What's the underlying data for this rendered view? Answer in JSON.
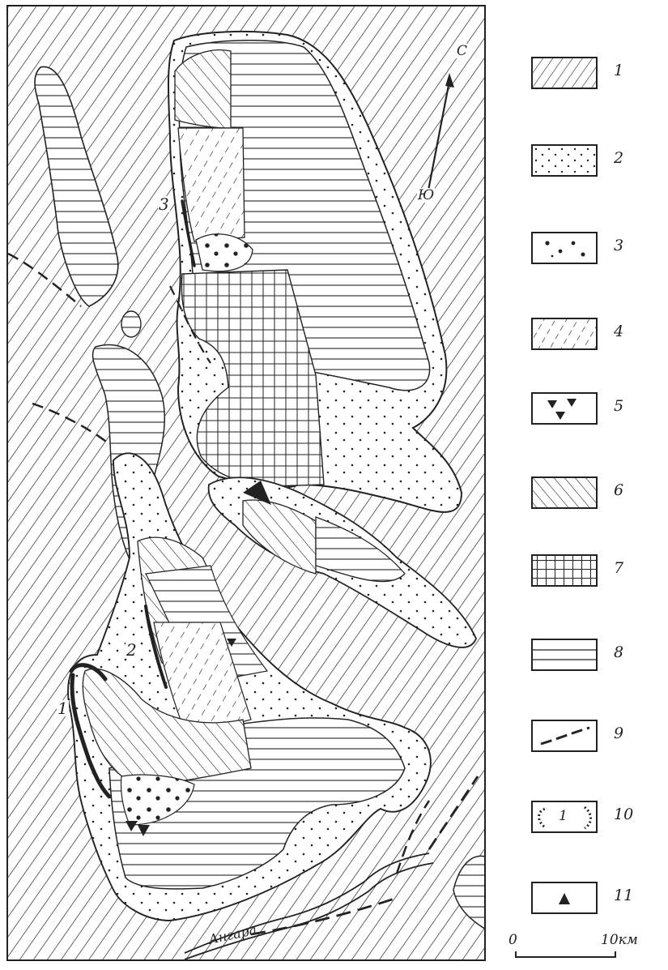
{
  "map": {
    "zone_labels": [
      "1",
      "2",
      "3"
    ],
    "river_label": "Ангара",
    "compass": {
      "north": "С",
      "south": "Ю"
    }
  },
  "legend": {
    "items": [
      {
        "number": "1",
        "pattern": "fine-diagonal-hatch"
      },
      {
        "number": "2",
        "pattern": "sparse-dots"
      },
      {
        "number": "3",
        "pattern": "coarse-dots"
      },
      {
        "number": "4",
        "pattern": "dashed-diagonal-hatch"
      },
      {
        "number": "5",
        "pattern": "triangles"
      },
      {
        "number": "6",
        "pattern": "back-diagonal-hatch"
      },
      {
        "number": "7",
        "pattern": "grid"
      },
      {
        "number": "8",
        "pattern": "horizontal-lines"
      },
      {
        "number": "9",
        "pattern": "dashed-line"
      },
      {
        "number": "10",
        "label": "1",
        "pattern": "dotted-boundary"
      },
      {
        "number": "11",
        "pattern": "filled-triangle"
      }
    ]
  },
  "scale": {
    "min_label": "0",
    "max_label": "10км"
  },
  "colors": {
    "ink": "#222222",
    "paper": "#ffffff"
  }
}
